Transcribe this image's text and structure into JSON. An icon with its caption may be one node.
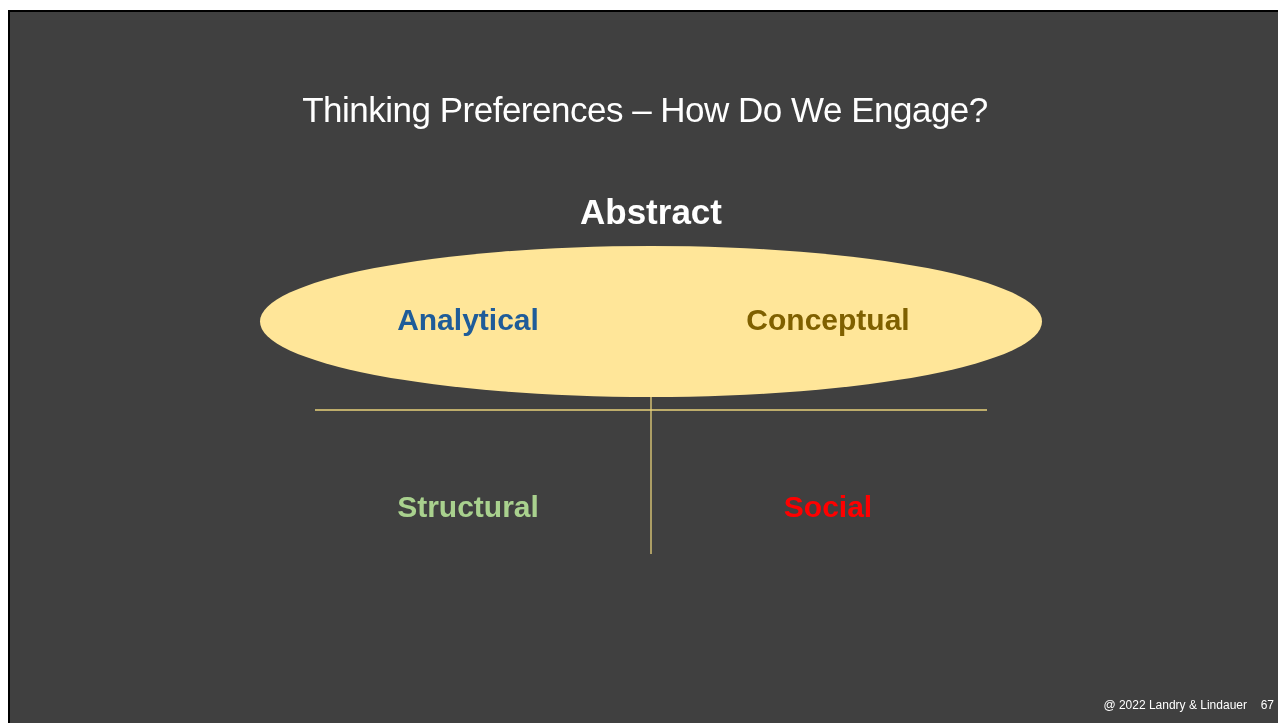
{
  "diagram": {
    "title": "Thinking Preferences – How Do We Engage?",
    "nodes": [
      {
        "text": [
          "Abstract",
          "Analytical",
          "Conceptual"
        ]
      }
    ],
    "labels": [
      "Structural",
      "Social",
      "@ 2022 Landry & Lindauer",
      "67"
    ]
  }
}
